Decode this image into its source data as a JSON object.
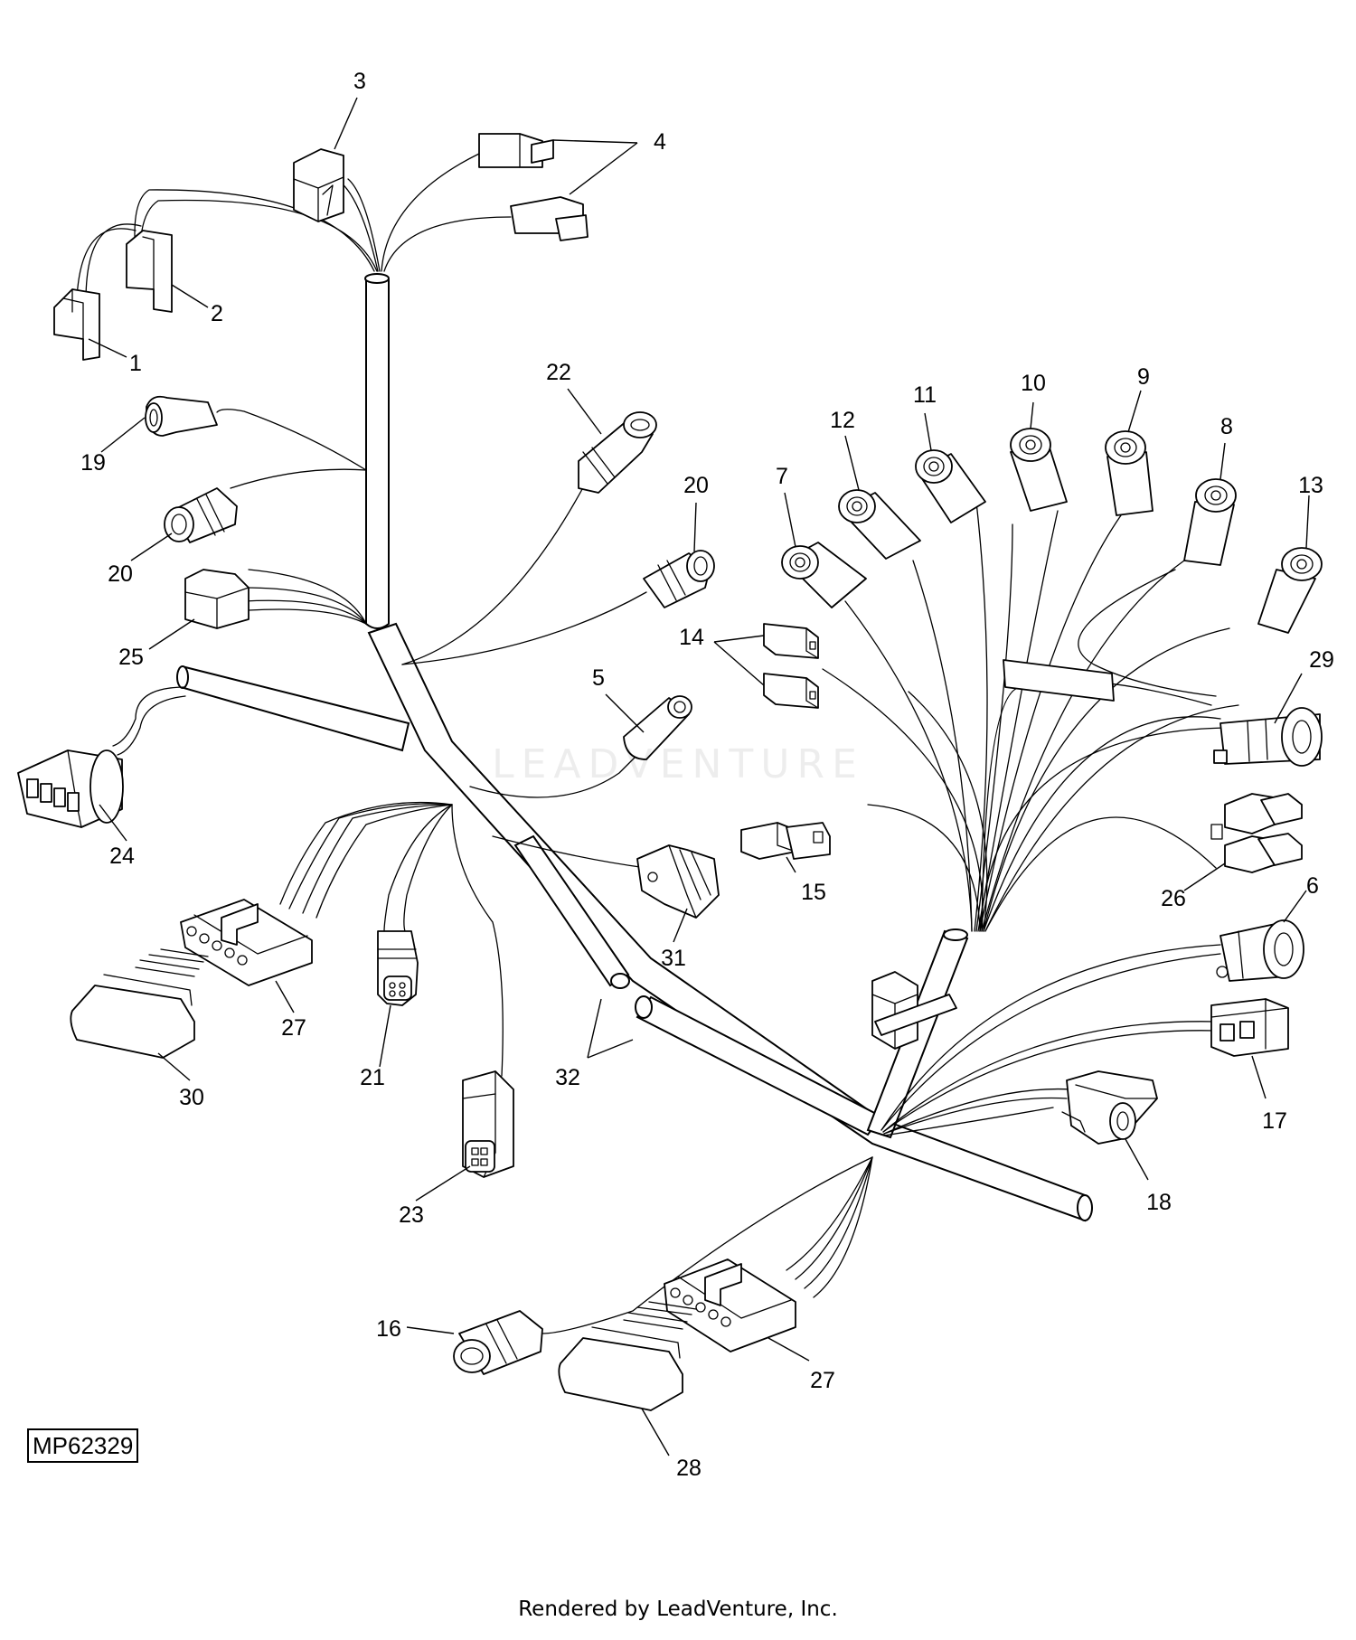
{
  "figure_id": "MP62329",
  "footer": "Rendered by LeadVenture, Inc.",
  "watermark": "LEADVENTURE",
  "callouts": {
    "c1": "1",
    "c2": "2",
    "c3": "3",
    "c4": "4",
    "c5": "5",
    "c6": "6",
    "c7": "7",
    "c8": "8",
    "c9": "9",
    "c10": "10",
    "c11": "11",
    "c12": "12",
    "c13": "13",
    "c14": "14",
    "c15": "15",
    "c16": "16",
    "c17": "17",
    "c18": "18",
    "c19": "19",
    "c20a": "20",
    "c20b": "20",
    "c21": "21",
    "c22": "22",
    "c23": "23",
    "c24": "24",
    "c25": "25",
    "c26": "26",
    "c27a": "27",
    "c27b": "27",
    "c28": "28",
    "c29": "29",
    "c30": "30",
    "c31": "31",
    "c32": "32"
  }
}
